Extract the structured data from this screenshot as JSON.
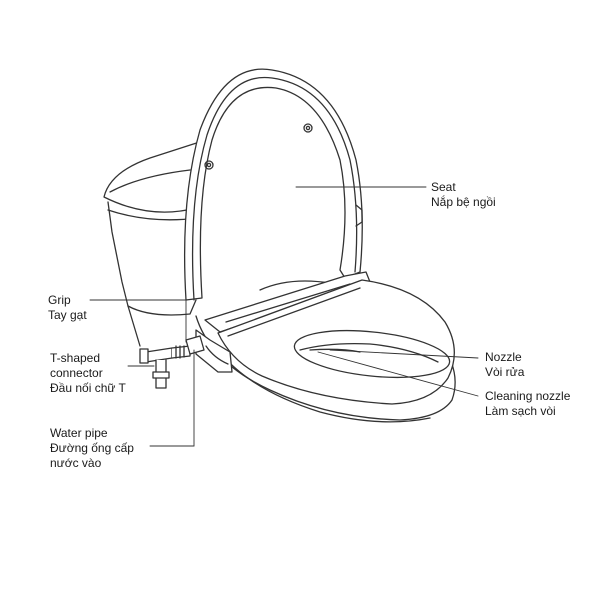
{
  "labels": {
    "seat": {
      "en": "Seat",
      "vi": "Nắp bệ ngồi"
    },
    "grip": {
      "en": "Grip",
      "vi": "Tay gạt"
    },
    "t_connector": {
      "en1": "T-shaped",
      "en2": "connector",
      "vi": "Đầu nối chữ T"
    },
    "water_pipe": {
      "en": "Water pipe",
      "vi1": "Đường ống cấp",
      "vi2": "nước vào"
    },
    "nozzle": {
      "en": "Nozzle",
      "vi": "Vòi rửa"
    },
    "cleaning_nozzle": {
      "en": "Cleaning nozzle",
      "vi": "Làm sạch vòi"
    }
  },
  "colors": {
    "line": "#333333",
    "fill": "#ffffff",
    "background": "#ffffff"
  }
}
